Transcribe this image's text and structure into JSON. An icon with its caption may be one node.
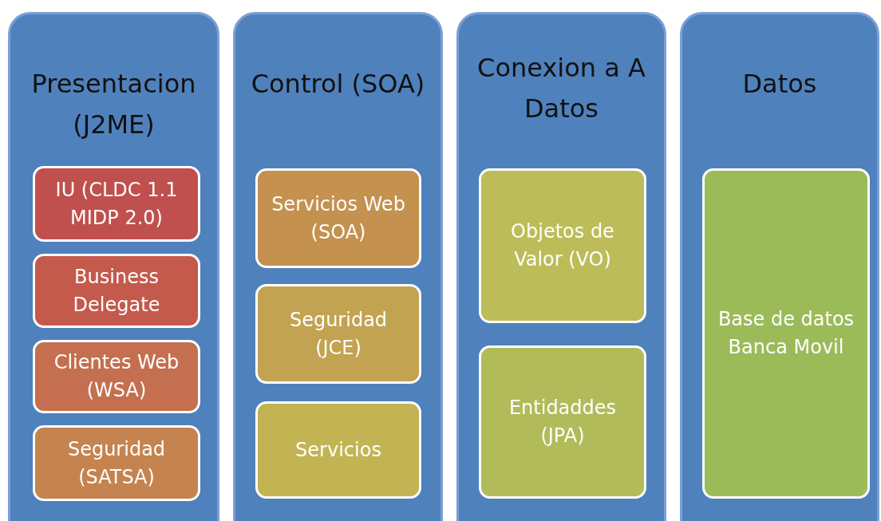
{
  "diagram": {
    "nodes": [
      {
        "text": [
          "Presentacion (J2ME)"
        ]
      },
      {
        "text": [
          "IU (CLDC 1.1 MIDP 2.0)"
        ],
        "in": 0
      },
      {
        "text": [
          "Business Delegate"
        ],
        "in": 0
      },
      {
        "text": [
          "Clientes Web (WSA)"
        ],
        "in": 0
      },
      {
        "text": [
          "Seguridad (SATSA)"
        ],
        "in": 0
      },
      {
        "text": [
          "Control (SOA)"
        ]
      },
      {
        "text": [
          "Servicios Web (SOA)"
        ],
        "in": 5
      },
      {
        "text": [
          "Seguridad (JCE)"
        ],
        "in": 5
      },
      {
        "text": [
          "Servicios"
        ],
        "in": 5
      },
      {
        "text": [
          "Conexion a A Datos"
        ]
      },
      {
        "text": [
          "Objetos de Valor (VO)"
        ],
        "in": 9
      },
      {
        "text": [
          "Entidaddes (JPA)"
        ],
        "in": 9
      },
      {
        "text": [
          "Datos"
        ]
      },
      {
        "text": [
          "Base de datos Banca Movil"
        ],
        "in": 12
      }
    ]
  }
}
